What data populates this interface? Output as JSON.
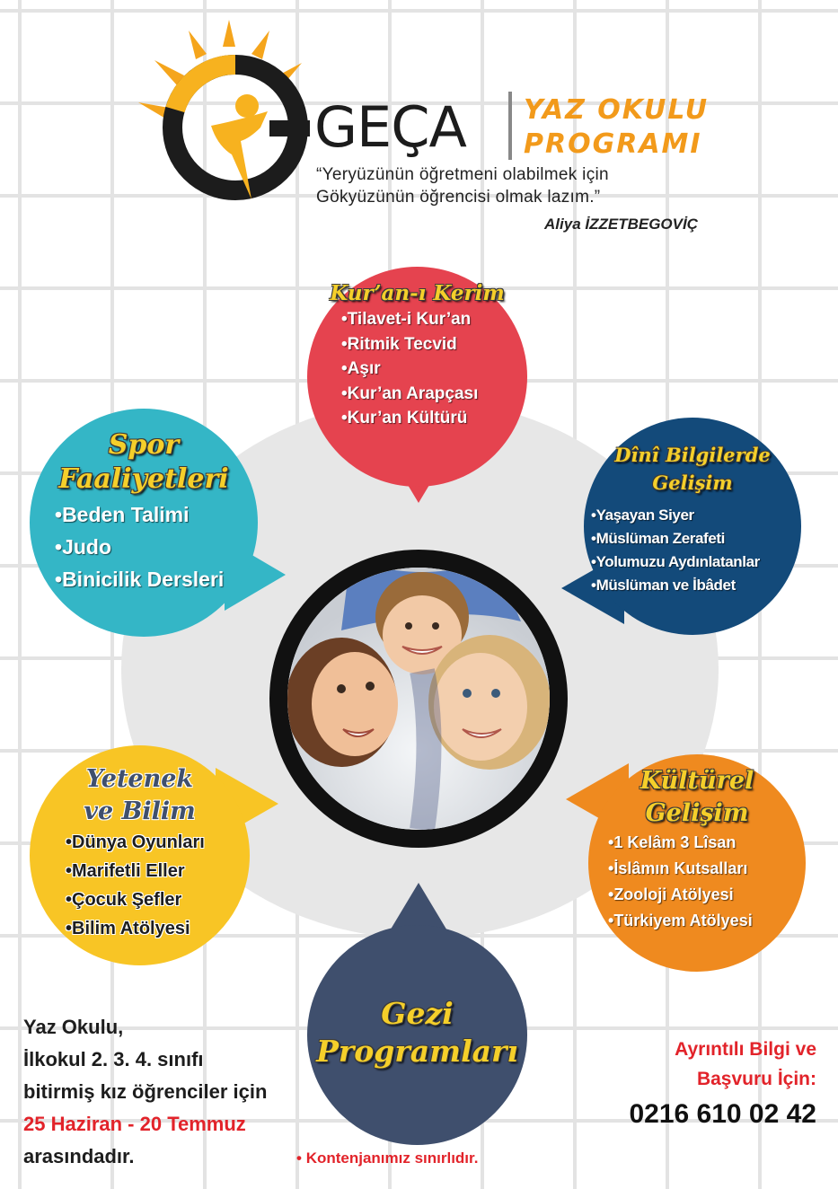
{
  "header": {
    "brand": "GEÇA",
    "program_title_line1": "YAZ OKULU",
    "program_title_line2": "PROGRAMI",
    "quote_line1": "“Yeryüzünün öğretmeni olabilmek için",
    "quote_line2": "Gökyüzünün öğrencisi olmak lazım.”",
    "quote_author": "Aliya İZZETBEGOVİÇ"
  },
  "sections": {
    "kuran": {
      "title": "Kur’an-ı Kerim",
      "items": [
        "Tilavet-i Kur’an",
        "Ritmik Tecvid",
        "Aşır",
        "Kur’an Arapçası",
        "Kur’an Kültürü"
      ]
    },
    "spor": {
      "title_line1": "Spor",
      "title_line2": "Faaliyetleri",
      "items": [
        "Beden Talimi",
        "Judo",
        "Binicilik Dersleri"
      ]
    },
    "dini": {
      "title_line1": "Dînî Bilgilerde",
      "title_line2": "Gelişim",
      "items": [
        "Yaşayan Siyer",
        "Müslüman Zerafeti",
        "Yolumuzu Aydınlatanlar",
        "Müslüman ve İbâdet"
      ]
    },
    "yetenek": {
      "title_line1": "Yetenek",
      "title_line2": "ve Bilim",
      "items": [
        "Dünya Oyunları",
        "Marifetli Eller",
        "Çocuk Şefler",
        "Bilim Atölyesi"
      ]
    },
    "kulturel": {
      "title_line1": "Kültürel",
      "title_line2": "Gelişim",
      "items": [
        "1 Kelâm 3 Lîsan",
        "İslâmın Kutsalları",
        "Zooloji Atölyesi",
        "Türkiyem Atölyesi"
      ]
    },
    "gezi": {
      "title_line1": "Gezi",
      "title_line2": "Programları"
    }
  },
  "info": {
    "line1": "Yaz Okulu,",
    "line2": "İlkokul 2. 3. 4. sınıfı",
    "line3": "bitirmiş kız öğrenciler için",
    "dates": "25 Haziran - 20 Temmuz",
    "line5": "arasındadır."
  },
  "contact": {
    "line1": "Ayrıntılı Bilgi ve",
    "line2": "Başvuru İçin:",
    "phone": "0216 610 02 42"
  },
  "footer_note": "Kontenjanımız sınırlıdır.",
  "colors": {
    "red": "#e5434f",
    "teal": "#34b6c6",
    "navy": "#134a7a",
    "yellow": "#f8c525",
    "orange": "#ef8a1f",
    "slate": "#3f4f6d",
    "accent_red": "#e2232a",
    "brand_orange": "#f29a1b"
  }
}
